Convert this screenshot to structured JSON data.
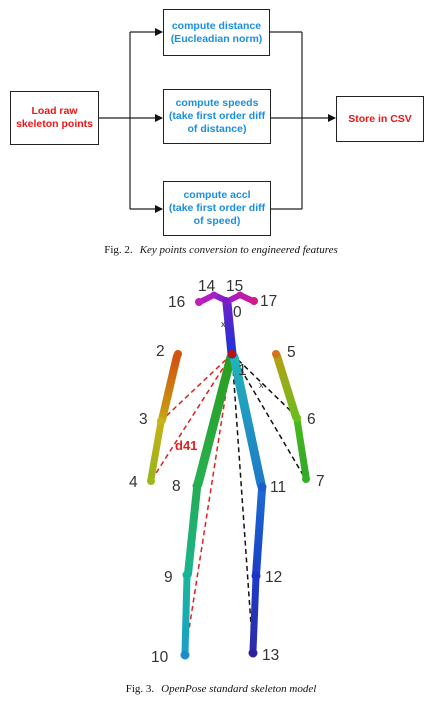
{
  "flowchart": {
    "load": "Load raw\nskeleton points",
    "distance": "compute distance\n(Eucleadian norm)",
    "speeds": "compute speeds\n(take first order diff\nof distance)",
    "accel": "compute accl\n(take first order diff\nof speed)",
    "store": "Store in CSV"
  },
  "fig2": {
    "label": "Fig. 2.",
    "title": "Key points conversion to engineered features"
  },
  "fig3": {
    "label": "Fig. 3.",
    "title": "OpenPose standard skeleton model"
  },
  "skeleton": {
    "keypoint_labels": [
      "0",
      "1",
      "2",
      "3",
      "4",
      "5",
      "6",
      "7",
      "8",
      "9",
      "10",
      "11",
      "12",
      "13",
      "14",
      "15",
      "16",
      "17"
    ],
    "distance_label": "d41",
    "colors": {
      "red_dashed": "#e02020",
      "black_dashed": "#111111"
    }
  }
}
